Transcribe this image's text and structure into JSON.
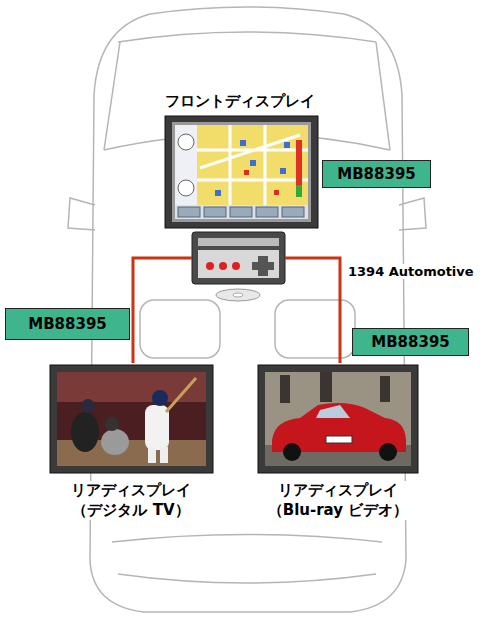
{
  "diagram": {
    "nodes": [
      {
        "text": [
          "フロントディスプレイ"
        ]
      },
      {
        "text": [
          "MB88395"
        ]
      },
      {
        "text": [
          "MB88395"
        ]
      },
      {
        "text": [
          "MB88395"
        ]
      },
      {
        "text": [
          "リアディスプレイ （デジタル TV）"
        ]
      },
      {
        "text": [
          "リアディスプレイ （Blu-ray ビデオ）"
        ]
      }
    ],
    "edges": [
      {
        "from": 0,
        "to": 4,
        "arrow": "none"
      },
      {
        "from": 0,
        "to": 5,
        "arrow": "none"
      }
    ],
    "labels": [
      "1394 Automotive"
    ]
  }
}
